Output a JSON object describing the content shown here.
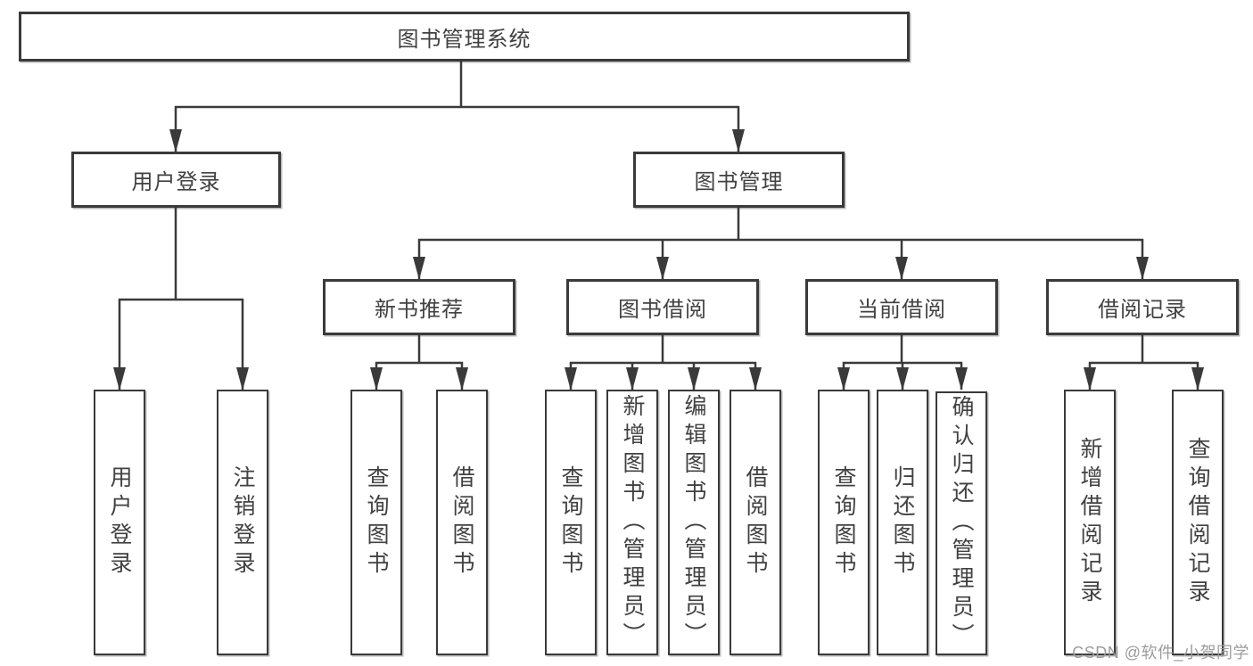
{
  "tree": {
    "root": {
      "label": "图书管理系统"
    },
    "branches": [
      {
        "label": "用户登录",
        "children": [
          {
            "label": "用户登录"
          },
          {
            "label": "注销登录"
          }
        ]
      },
      {
        "label": "图书管理",
        "children": [
          {
            "label": "新书推荐",
            "children": [
              {
                "label": "查询图书"
              },
              {
                "label": "借阅图书"
              }
            ]
          },
          {
            "label": "图书借阅",
            "children": [
              {
                "label": "查询图书"
              },
              {
                "label": "新增图书（管理员）"
              },
              {
                "label": "编辑图书（管理员）"
              },
              {
                "label": "借阅图书"
              }
            ]
          },
          {
            "label": "当前借阅",
            "children": [
              {
                "label": "查询图书"
              },
              {
                "label": "归还图书"
              },
              {
                "label": "确认归还（管理员）"
              }
            ]
          },
          {
            "label": "借阅记录",
            "children": [
              {
                "label": "新增借阅记录"
              },
              {
                "label": "查询借阅记录"
              }
            ]
          }
        ]
      }
    ]
  },
  "watermark": {
    "text": "CSDN @软件_小贺同学",
    "color": "#9c9c9c"
  },
  "colors": {
    "line": "#3a3a3a",
    "box_border": "#3a3a3a",
    "text": "#414141",
    "background": "#ffffff"
  }
}
